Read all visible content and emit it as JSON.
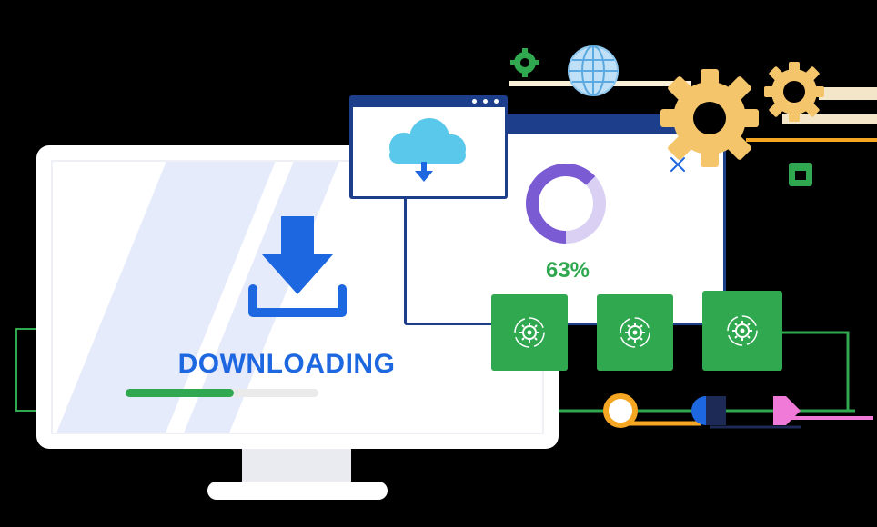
{
  "monitor": {
    "status_label": "DOWNLOADING",
    "progress_fraction": 0.56
  },
  "progress_window": {
    "percent_text": "63%",
    "ring_fraction": 0.63
  },
  "icons": {
    "download": "download-arrow-icon",
    "cloud": "cloud-download-icon",
    "globe": "globe-icon",
    "gears": "settings-gear-icon",
    "close": "close-icon"
  },
  "colors": {
    "brand_blue": "#1d67e0",
    "window_navy": "#1d3e8a",
    "progress_green": "#2fa84f",
    "ring_purple": "#7a5bd3",
    "gear_orange": "#f5c56b",
    "connector_pink": "#f07ad8"
  }
}
